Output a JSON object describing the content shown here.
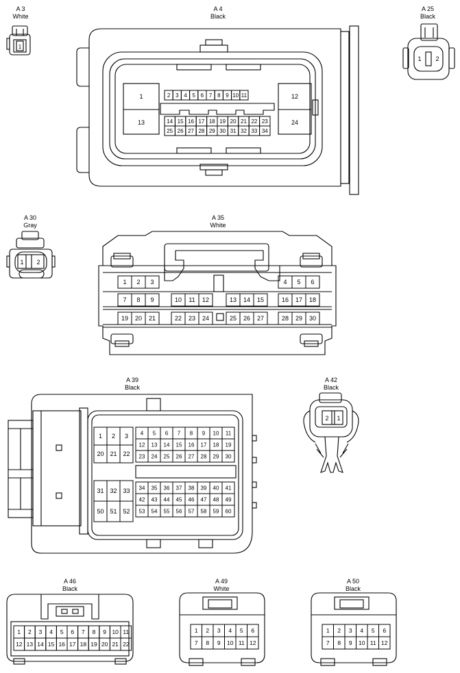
{
  "connectors": [
    {
      "id": "a3",
      "name": "A 3",
      "color": "White",
      "pins": [
        "1"
      ]
    },
    {
      "id": "a4",
      "name": "A 4",
      "color": "Black",
      "pins_big": [
        "1",
        "13",
        "12",
        "24"
      ],
      "rows": [
        [
          "2",
          "3",
          "4",
          "5",
          "6",
          "7",
          "8",
          "9",
          "10",
          "11"
        ],
        [
          "14",
          "15",
          "16",
          "17",
          "18",
          "19",
          "20",
          "21",
          "22",
          "23"
        ],
        [
          "25",
          "26",
          "27",
          "28",
          "29",
          "30",
          "31",
          "32",
          "33",
          "34"
        ]
      ]
    },
    {
      "id": "a25",
      "name": "A 25",
      "color": "Black",
      "pins": [
        "1",
        "2"
      ]
    },
    {
      "id": "a30",
      "name": "A 30",
      "color": "Gray",
      "pins": [
        "1",
        "2"
      ]
    },
    {
      "id": "a35",
      "name": "A 35",
      "color": "White",
      "rows": [
        [
          "1",
          "2",
          "3",
          "4",
          "5",
          "6"
        ],
        [
          "7",
          "8",
          "9",
          "10",
          "11",
          "12",
          "13",
          "14",
          "15",
          "16",
          "17",
          "18"
        ],
        [
          "19",
          "20",
          "21",
          "22",
          "23",
          "24",
          "25",
          "26",
          "27",
          "28",
          "29",
          "30"
        ]
      ]
    },
    {
      "id": "a39",
      "name": "A 39",
      "color": "Black",
      "left_top": [
        [
          "1",
          "2",
          "3"
        ],
        [
          "20",
          "21",
          "22"
        ]
      ],
      "left_bottom": [
        [
          "31",
          "32",
          "33"
        ],
        [
          "50",
          "51",
          "52"
        ]
      ],
      "right_top": [
        [
          "4",
          "5",
          "6",
          "7",
          "8",
          "9",
          "10",
          "11"
        ],
        [
          "12",
          "13",
          "14",
          "15",
          "16",
          "17",
          "18",
          "19"
        ],
        [
          "23",
          "24",
          "25",
          "26",
          "27",
          "28",
          "29",
          "30"
        ]
      ],
      "right_bottom": [
        [
          "34",
          "35",
          "36",
          "37",
          "38",
          "39",
          "40",
          "41"
        ],
        [
          "42",
          "43",
          "44",
          "45",
          "46",
          "47",
          "48",
          "49"
        ],
        [
          "53",
          "54",
          "55",
          "56",
          "57",
          "58",
          "59",
          "60"
        ]
      ]
    },
    {
      "id": "a42",
      "name": "A 42",
      "color": "Black",
      "pins": [
        "2",
        "1"
      ]
    },
    {
      "id": "a46",
      "name": "A 46",
      "color": "Black",
      "rows": [
        [
          "1",
          "2",
          "3",
          "4",
          "5",
          "6",
          "7",
          "8",
          "9",
          "10",
          "11"
        ],
        [
          "12",
          "13",
          "14",
          "15",
          "16",
          "17",
          "18",
          "19",
          "20",
          "21",
          "22"
        ]
      ]
    },
    {
      "id": "a49",
      "name": "A 49",
      "color": "White",
      "rows": [
        [
          "1",
          "2",
          "3",
          "4",
          "5",
          "6"
        ],
        [
          "7",
          "8",
          "9",
          "10",
          "11",
          "12"
        ]
      ]
    },
    {
      "id": "a50",
      "name": "A 50",
      "color": "Black",
      "rows": [
        [
          "1",
          "2",
          "3",
          "4",
          "5",
          "6"
        ],
        [
          "7",
          "8",
          "9",
          "10",
          "11",
          "12"
        ]
      ]
    }
  ]
}
